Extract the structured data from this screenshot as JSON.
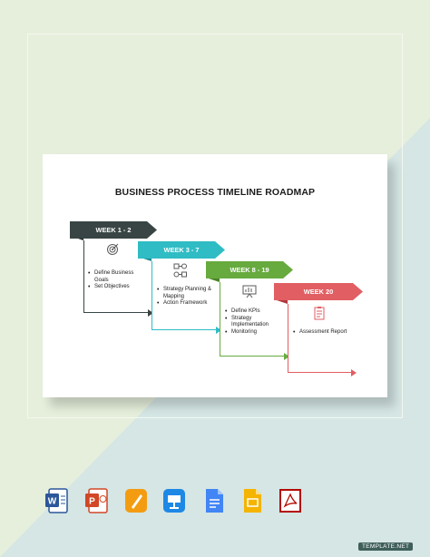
{
  "title": "BUSINESS PROCESS TIMELINE ROADMAP",
  "colors": {
    "week1": "#384544",
    "week2": "#2fbcc4",
    "week3": "#67aa3e",
    "week4": "#e15e63"
  },
  "weeks": [
    {
      "label": "WEEK 1 - 2",
      "icon": "target-icon",
      "items": [
        "Define Business Goals",
        "Set Objectives"
      ]
    },
    {
      "label": "WEEK 3 - 7",
      "icon": "workflow-icon",
      "items": [
        "Strategy Planning & Mapping",
        "Action Framework"
      ]
    },
    {
      "label": "WEEK 8 - 19",
      "icon": "presentation-icon",
      "items": [
        "Define KPIs",
        "Strategy Implementation",
        "Monitoring"
      ]
    },
    {
      "label": "WEEK 20",
      "icon": "report-clipboard-icon",
      "items": [
        "Assessment Report"
      ]
    }
  ],
  "apps": [
    "word-icon",
    "powerpoint-icon",
    "pages-icon",
    "keynote-icon",
    "google-docs-icon",
    "google-slides-icon",
    "acrobat-icon"
  ],
  "watermark": "TEMPLATE.NET"
}
